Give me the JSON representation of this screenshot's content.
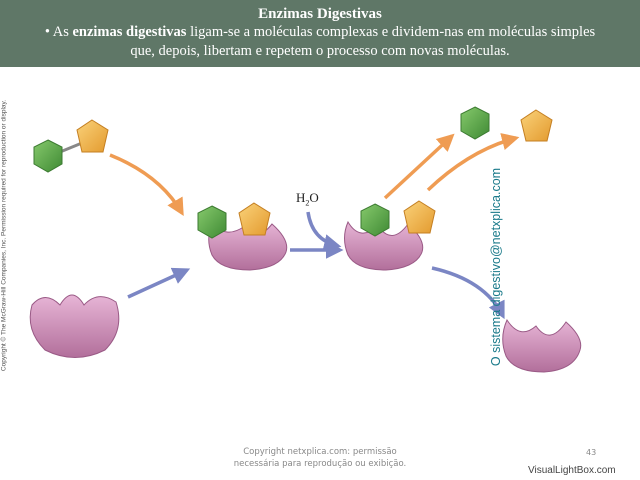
{
  "header": {
    "title": "Enzimas Digestivas",
    "line1_pre": "• As ",
    "line1_bold": "enzimas digestivas",
    "line1_post": " ligam-se a moléculas complexas e dividem-nas em moléculas simples",
    "line2": "que, depois, libertam e repetem o processo com novas moléculas."
  },
  "diagram": {
    "h2o_main": "H",
    "h2o_sub": "2",
    "h2o_tail": "O",
    "colors": {
      "enzyme": "#d99cc7",
      "enzyme_dark": "#a5628f",
      "hexagon": "#5fae4c",
      "pentagon": "#f3b948",
      "arrow_orange": "#ef9c53",
      "arrow_blue": "#7b86c4"
    }
  },
  "copyright_left": "Copyright © The McGraw-Hill Companies, Inc. Permission required for reproduction or display.",
  "watermark": "O sistema digestivo@netxplica.com",
  "footer": {
    "line1": "Copyright netxplica.com: permissão",
    "line2": "necessária para reprodução ou exibição.",
    "page": "43",
    "brand": "VisualLightBox.com"
  }
}
